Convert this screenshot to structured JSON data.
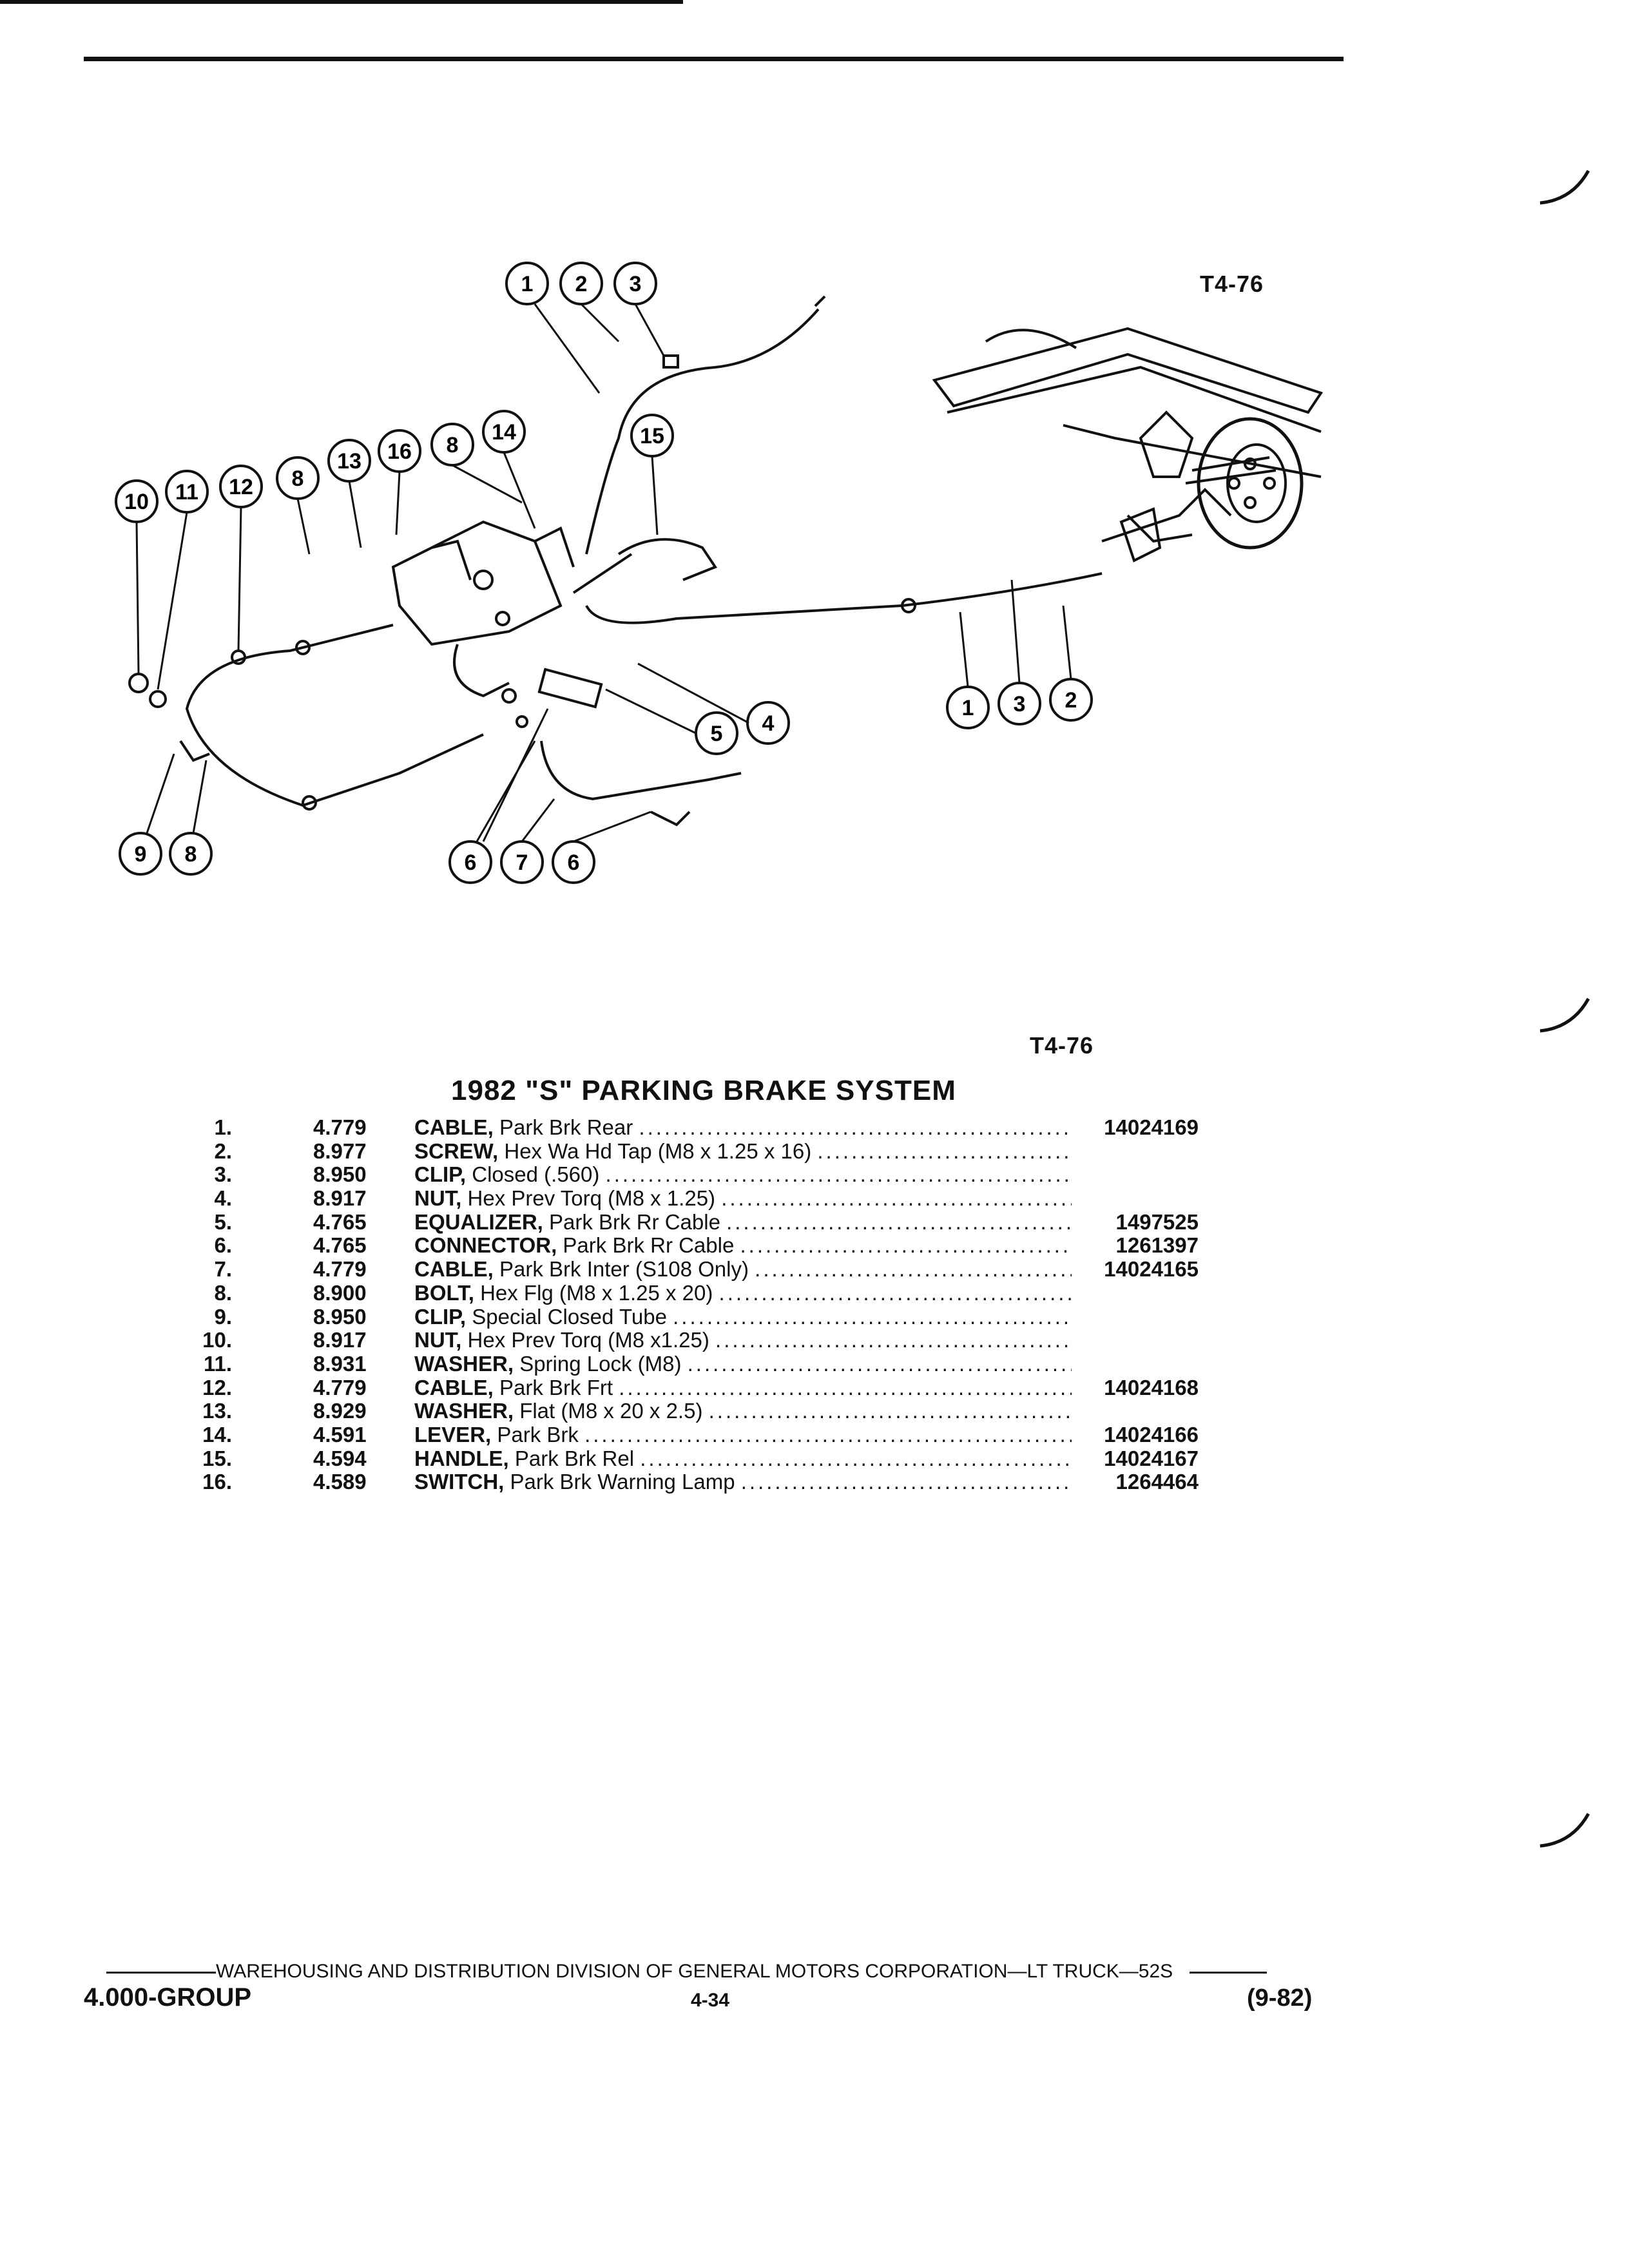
{
  "header": {
    "figure_code_top": "T4-76",
    "figure_code_bottom": "T4-76"
  },
  "diagram": {
    "callouts_top_cable": [
      "1",
      "2",
      "3"
    ],
    "callouts_left_group": [
      "10",
      "11",
      "12",
      "8",
      "13",
      "16",
      "8",
      "14",
      "15"
    ],
    "callouts_right_group": [
      "1",
      "3",
      "2"
    ],
    "callouts_middle": [
      "5",
      "4"
    ],
    "callouts_bottom_left": [
      "9",
      "8"
    ],
    "callouts_bottom_center": [
      "6",
      "7",
      "6"
    ]
  },
  "title": "1982 \"S\" PARKING BRAKE SYSTEM",
  "parts": [
    {
      "num": "1.",
      "group": "4.779",
      "label": "CABLE,",
      "desc": "Park Brk Rear",
      "part": "14024169"
    },
    {
      "num": "2.",
      "group": "8.977",
      "label": "SCREW,",
      "desc": "Hex Wa Hd Tap (M8 x 1.25 x 16)",
      "part": ""
    },
    {
      "num": "3.",
      "group": "8.950",
      "label": "CLIP,",
      "desc": "Closed (.560)",
      "part": ""
    },
    {
      "num": "4.",
      "group": "8.917",
      "label": "NUT,",
      "desc": "Hex Prev Torq (M8 x 1.25)",
      "part": ""
    },
    {
      "num": "5.",
      "group": "4.765",
      "label": "EQUALIZER,",
      "desc": "Park Brk Rr Cable",
      "part": "1497525"
    },
    {
      "num": "6.",
      "group": "4.765",
      "label": "CONNECTOR,",
      "desc": "Park Brk Rr Cable",
      "part": "1261397"
    },
    {
      "num": "7.",
      "group": "4.779",
      "label": "CABLE,",
      "desc": "Park Brk Inter (S108 Only)",
      "part": "14024165"
    },
    {
      "num": "8.",
      "group": "8.900",
      "label": "BOLT,",
      "desc": "Hex Flg (M8 x 1.25 x 20)",
      "part": ""
    },
    {
      "num": "9.",
      "group": "8.950",
      "label": "CLIP,",
      "desc": "Special Closed Tube",
      "part": ""
    },
    {
      "num": "10.",
      "group": "8.917",
      "label": "NUT,",
      "desc": "Hex Prev Torq (M8 x1.25)",
      "part": ""
    },
    {
      "num": "11.",
      "group": "8.931",
      "label": "WASHER,",
      "desc": "Spring Lock (M8)",
      "part": ""
    },
    {
      "num": "12.",
      "group": "4.779",
      "label": "CABLE,",
      "desc": "Park Brk Frt",
      "part": "14024168"
    },
    {
      "num": "13.",
      "group": "8.929",
      "label": "WASHER,",
      "desc": "Flat (M8 x 20 x 2.5)",
      "part": ""
    },
    {
      "num": "14.",
      "group": "4.591",
      "label": "LEVER,",
      "desc": "Park Brk",
      "part": "14024166"
    },
    {
      "num": "15.",
      "group": "4.594",
      "label": "HANDLE,",
      "desc": "Park Brk Rel",
      "part": "14024167"
    },
    {
      "num": "16.",
      "group": "4.589",
      "label": "SWITCH,",
      "desc": "Park Brk Warning Lamp",
      "part": "1264464"
    }
  ],
  "footer": {
    "division_line": "WAREHOUSING AND DISTRIBUTION  DIVISION OF GENERAL MOTORS CORPORATION—LT TRUCK—52S",
    "group": "4.000-GROUP",
    "page": "4-34",
    "date": "(9-82)"
  }
}
